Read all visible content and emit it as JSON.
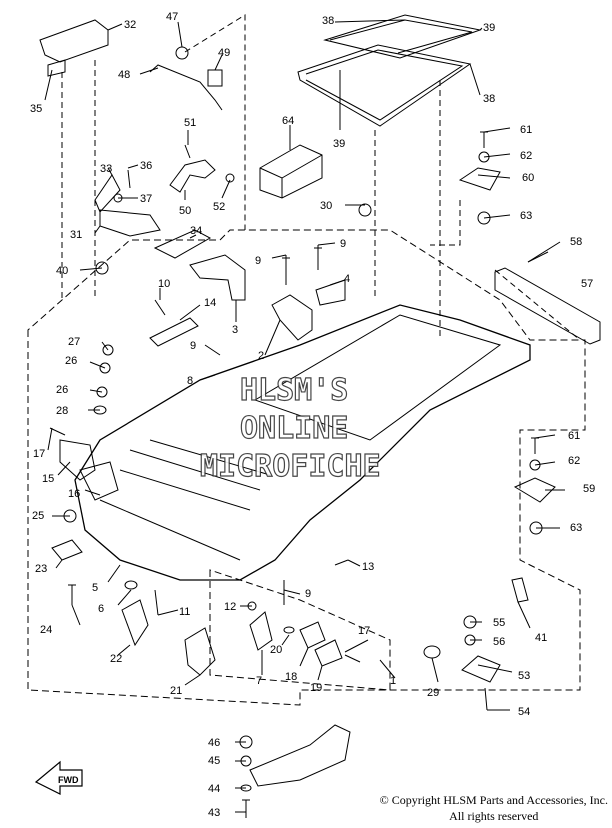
{
  "watermark": [
    "HLSM'S",
    "ONLINE",
    "MICROFICHE"
  ],
  "fwd_label": "FWD",
  "copyright": [
    "© Copyright HLSM Parts and Accessories, Inc.",
    "All rights reserved"
  ],
  "callouts": [
    {
      "id": "c32",
      "text": "32"
    },
    {
      "id": "c35",
      "text": "35"
    },
    {
      "id": "c47",
      "text": "47"
    },
    {
      "id": "c49",
      "text": "49"
    },
    {
      "id": "c48",
      "text": "48"
    },
    {
      "id": "c38a",
      "text": "38"
    },
    {
      "id": "c39a",
      "text": "39"
    },
    {
      "id": "c38b",
      "text": "38"
    },
    {
      "id": "c39b",
      "text": "39"
    },
    {
      "id": "c64",
      "text": "64"
    },
    {
      "id": "c51",
      "text": "51"
    },
    {
      "id": "c33",
      "text": "33"
    },
    {
      "id": "c36",
      "text": "36"
    },
    {
      "id": "c37",
      "text": "37"
    },
    {
      "id": "c50",
      "text": "50"
    },
    {
      "id": "c52",
      "text": "52"
    },
    {
      "id": "c30",
      "text": "30"
    },
    {
      "id": "c61a",
      "text": "61"
    },
    {
      "id": "c62a",
      "text": "62"
    },
    {
      "id": "c60",
      "text": "60"
    },
    {
      "id": "c63a",
      "text": "63"
    },
    {
      "id": "c31",
      "text": "31"
    },
    {
      "id": "c34",
      "text": "34"
    },
    {
      "id": "c9a",
      "text": "9"
    },
    {
      "id": "c9b",
      "text": "9"
    },
    {
      "id": "c58",
      "text": "58"
    },
    {
      "id": "c40",
      "text": "40"
    },
    {
      "id": "c10",
      "text": "10"
    },
    {
      "id": "c4",
      "text": "4"
    },
    {
      "id": "c57",
      "text": "57"
    },
    {
      "id": "c14",
      "text": "14"
    },
    {
      "id": "c3",
      "text": "3"
    },
    {
      "id": "c2",
      "text": "2"
    },
    {
      "id": "c27",
      "text": "27"
    },
    {
      "id": "c26a",
      "text": "26"
    },
    {
      "id": "c9c",
      "text": "9"
    },
    {
      "id": "c8",
      "text": "8"
    },
    {
      "id": "c26b",
      "text": "26"
    },
    {
      "id": "c28",
      "text": "28"
    },
    {
      "id": "c17a",
      "text": "17"
    },
    {
      "id": "c61b",
      "text": "61"
    },
    {
      "id": "c62b",
      "text": "62"
    },
    {
      "id": "c15",
      "text": "15"
    },
    {
      "id": "c16",
      "text": "16"
    },
    {
      "id": "c59",
      "text": "59"
    },
    {
      "id": "c25",
      "text": "25"
    },
    {
      "id": "c63b",
      "text": "63"
    },
    {
      "id": "c23",
      "text": "23"
    },
    {
      "id": "c13",
      "text": "13"
    },
    {
      "id": "c5",
      "text": "5"
    },
    {
      "id": "c9d",
      "text": "9"
    },
    {
      "id": "c24",
      "text": "24"
    },
    {
      "id": "c6",
      "text": "6"
    },
    {
      "id": "c11",
      "text": "11"
    },
    {
      "id": "c12",
      "text": "12"
    },
    {
      "id": "c41",
      "text": "41"
    },
    {
      "id": "c55",
      "text": "55"
    },
    {
      "id": "c56",
      "text": "56"
    },
    {
      "id": "c17b",
      "text": "17"
    },
    {
      "id": "c22",
      "text": "22"
    },
    {
      "id": "c20",
      "text": "20"
    },
    {
      "id": "c53",
      "text": "53"
    },
    {
      "id": "c1",
      "text": "1"
    },
    {
      "id": "c7",
      "text": "7"
    },
    {
      "id": "c18",
      "text": "18"
    },
    {
      "id": "c19",
      "text": "19"
    },
    {
      "id": "c29",
      "text": "29"
    },
    {
      "id": "c21",
      "text": "21"
    },
    {
      "id": "c54",
      "text": "54"
    },
    {
      "id": "c46",
      "text": "46"
    },
    {
      "id": "c45",
      "text": "45"
    },
    {
      "id": "c44",
      "text": "44"
    },
    {
      "id": "c43",
      "text": "43"
    }
  ]
}
